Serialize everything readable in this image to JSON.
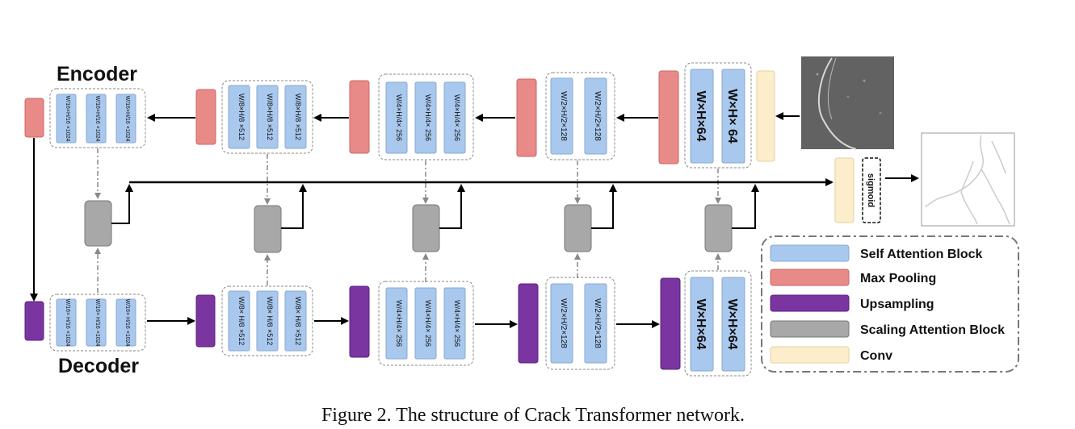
{
  "labels": {
    "encoder": "Encoder",
    "decoder": "Decoder",
    "sigmoid": "sigmoid",
    "caption": "Figure 2. The structure of Crack Transformer network."
  },
  "legend": [
    {
      "label": "Self Attention Block",
      "color": "#a9c8ee"
    },
    {
      "label": "Max Pooling",
      "color": "#e88a87"
    },
    {
      "label": "Upsampling",
      "color": "#7a35a0"
    },
    {
      "label": "Scaling Attention Block",
      "color": "#a8a8a8"
    },
    {
      "label": "Conv",
      "color": "#fdeecb"
    }
  ],
  "blocks": {
    "enc_1": [
      "W/16×H/16 ×1024",
      "W/16×H/16 ×1024",
      "W/16×H/16 ×1024"
    ],
    "enc_2": [
      "W/8×H/8 ×512",
      "W/8×H/8 ×512",
      "W/8×H/8 ×512"
    ],
    "enc_3": [
      "W/4×H/4× 256",
      "W/4×H/4× 256",
      "W/4×H/4× 256"
    ],
    "enc_4": [
      "W/2×H/2×128",
      "W/2×H/2×128"
    ],
    "enc_5": [
      "W×H×64",
      "W×H× 64"
    ],
    "dec_1": [
      "W/16× H/16 ×1024",
      "W/16× H/16 ×1024",
      "W/16× H/16 ×1024"
    ],
    "dec_2": [
      "W/8× H/8 ×512",
      "W/8× H/8 ×512",
      "W/8× H/8 ×512"
    ],
    "dec_3": [
      "W/4×H/4× 256",
      "W/4×H/4× 256",
      "W/4×H/4× 256"
    ],
    "dec_4": [
      "W/2×H/2×128",
      "W/2×H/2×128"
    ],
    "dec_5": [
      "W×H×64",
      "W×H×64"
    ]
  }
}
